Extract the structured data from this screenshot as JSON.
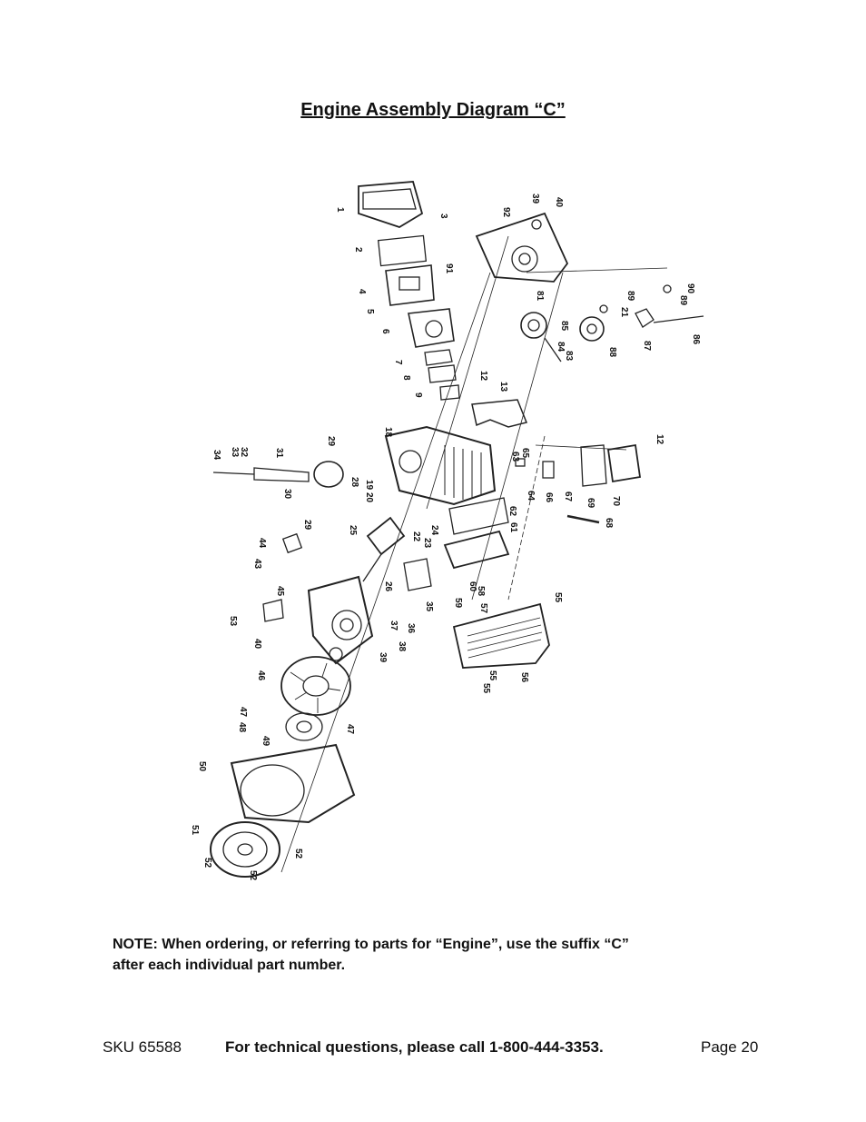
{
  "page": {
    "title": "Engine Assembly Diagram “C”",
    "note_line1": "NOTE: When ordering, or referring to parts for “Engine”, use the suffix “C”",
    "note_line2": "after each individual part number.",
    "footer": {
      "sku": "SKU 65588",
      "tech": "For technical questions, please call 1-800-444-3353.",
      "page": "Page 20"
    }
  },
  "diagram": {
    "callouts": [
      "1",
      "2",
      "3",
      "4",
      "5",
      "6",
      "7",
      "8",
      "9",
      "12",
      "13",
      "12",
      "18",
      "19",
      "20",
      "21",
      "22",
      "23",
      "24",
      "25",
      "26",
      "28",
      "29",
      "29",
      "30",
      "31",
      "32",
      "33",
      "34",
      "35",
      "36",
      "37",
      "38",
      "39",
      "39",
      "40",
      "40",
      "43",
      "44",
      "45",
      "46",
      "47",
      "47",
      "48",
      "49",
      "50",
      "51",
      "52",
      "52",
      "52",
      "53",
      "55",
      "55",
      "55",
      "56",
      "57",
      "58",
      "59",
      "60",
      "61",
      "62",
      "63",
      "64",
      "65",
      "66",
      "67",
      "68",
      "69",
      "70",
      "81",
      "83",
      "84",
      "85",
      "86",
      "87",
      "88",
      "89",
      "89",
      "90",
      "91",
      "92"
    ]
  }
}
